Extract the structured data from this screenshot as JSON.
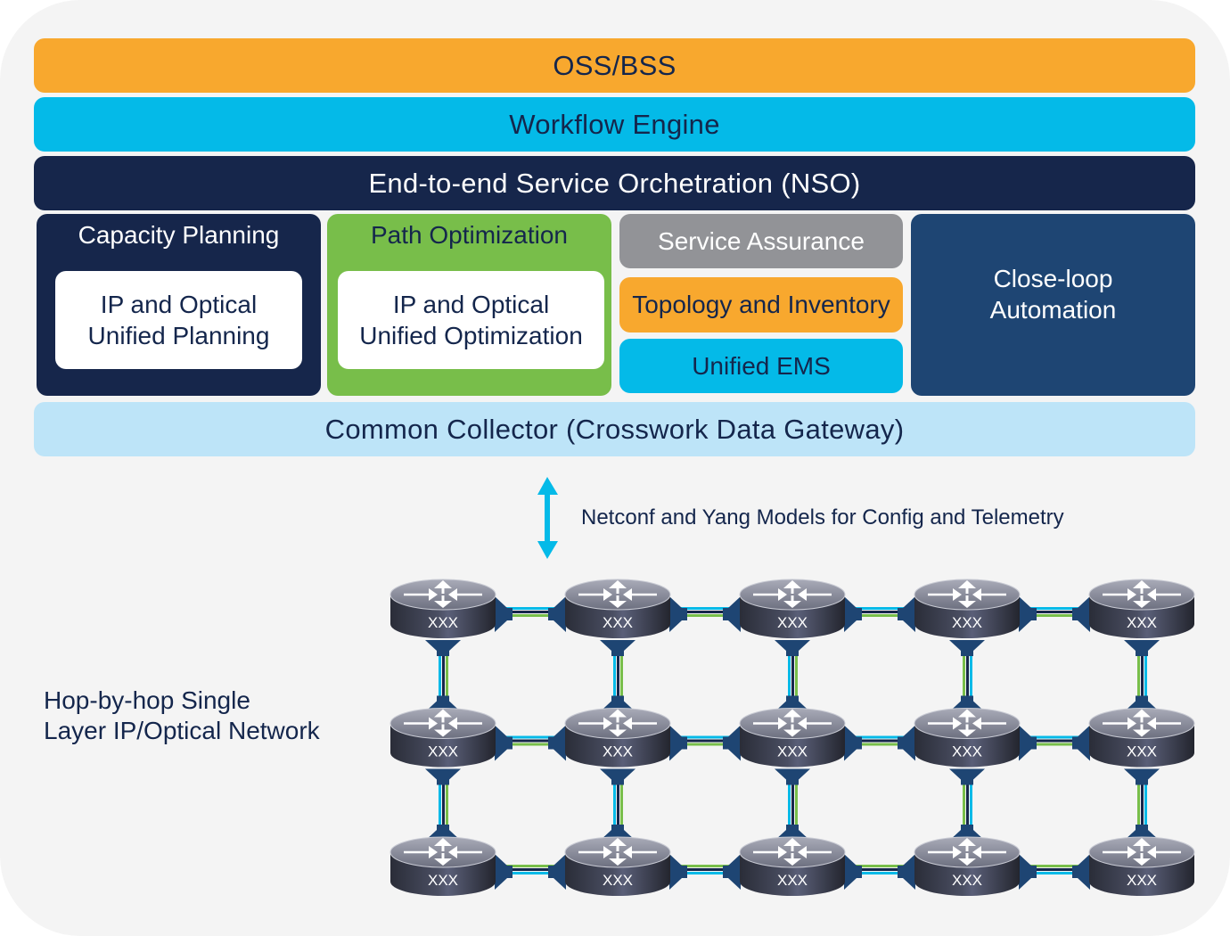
{
  "layers": {
    "oss_bss": "OSS/BSS",
    "workflow_engine": "Workflow Engine",
    "nso": "End-to-end Service Orchetration (NSO)",
    "common_collector": "Common Collector (Crosswork Data Gateway)"
  },
  "modules": {
    "capacity_planning": {
      "title": "Capacity Planning",
      "inner_line1": "IP and Optical",
      "inner_line2": "Unified Planning"
    },
    "path_optimization": {
      "title": "Path Optimization",
      "inner_line1": "IP and Optical",
      "inner_line2": "Unified Optimization"
    },
    "service_assurance": "Service Assurance",
    "topology_inventory": "Topology and Inventory",
    "unified_ems": "Unified EMS",
    "close_loop": {
      "line1": "Close-loop",
      "line2": "Automation"
    }
  },
  "protocol_label": "Netconf and Yang Models for Config and Telemetry",
  "network": {
    "label_line1": "Hop-by-hop Single",
    "label_line2": "Layer IP/Optical Network",
    "rows": 3,
    "cols": 5,
    "router_label": "XXX",
    "router_icon": "router-icon"
  },
  "colors": {
    "orange": "#f8a82e",
    "cyan": "#04bae8",
    "navy": "#16264b",
    "green": "#78be4a",
    "gray": "#929397",
    "steel_blue": "#1e4573",
    "light_blue": "#bde4f8",
    "background": "#f4f4f4"
  }
}
